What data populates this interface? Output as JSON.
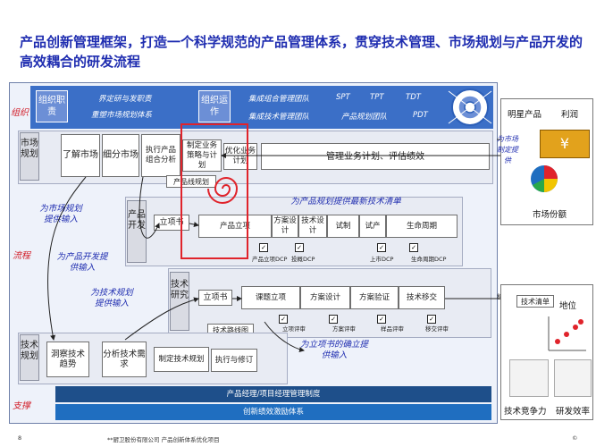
{
  "title": "产品创新管理框架，打造一个科学规范的产品管理体系，贯穿技术管理、市场规划与产品开发的高效耦合的研发流程",
  "side_labels": {
    "org": "组织",
    "flow": "流程",
    "support": "支撑"
  },
  "band": {
    "chip1": "组织职责",
    "chip2": "组织运作",
    "left1": "界定研与发职责",
    "left2": "重塑市场规划体系",
    "right1": "集成组合管理团队",
    "right2": "集成技术管理团队",
    "spt": "SPT",
    "tpt": "TPT",
    "tdt": "TDT",
    "product_team": "产品规划团队",
    "pdt": "PDT"
  },
  "market": {
    "lane_label": "市场规划",
    "steps": [
      "了解市场",
      "细分市场",
      "执行产品组合分析",
      "制定业务策略与计划",
      "优化业务计划"
    ],
    "long_step": "管理业务计划、评估绩效"
  },
  "product": {
    "lane_label": "产品开发",
    "charter": "立项书",
    "roadmap": "产品线规划",
    "steps": [
      "产品立项",
      "方案设计",
      "技术设计",
      "试制",
      "试产",
      "生命周期"
    ],
    "note": "为产品规划提供最新技术清单",
    "gate_labels": [
      "产品立项DCP",
      "投概DCP",
      "上市DCP",
      "生命周期DCP"
    ]
  },
  "tech_research": {
    "lane_label": "技术研究",
    "charter": "立项书",
    "roadmap": "技术路线图",
    "steps": [
      "课题立项",
      "方案设计",
      "方案验证",
      "技术移交"
    ],
    "gate_labels": [
      "立项评审",
      "方案评审",
      "样品评审",
      "移交评审"
    ],
    "move": "移交"
  },
  "tech_planning": {
    "lane_label": "技术规划",
    "steps": [
      "洞察技术趋势",
      "分析技术需求",
      "制定技术规划",
      "执行与修订"
    ]
  },
  "notes": {
    "market_input": "为市场规划提供输入",
    "dev_input": "为产品开发提供输入",
    "tech_input": "为技术规划提供输入",
    "charter_input": "为立项书的确立提供输入",
    "right_input": "为市场制定提供"
  },
  "support": {
    "bar1": "产品经理/项目经理管理制度",
    "bar2": "创新绩效激励体系"
  },
  "right_panel": {
    "star": "明星产品",
    "profit": "利润",
    "share": "市场份额",
    "tech_list": "技术清单",
    "position": "地位",
    "competitiveness": "技术竞争力",
    "efficiency": "研发效率"
  },
  "footer": {
    "page": "8",
    "company": "**厨卫股份有限公司  产品创新体系优化项目",
    "copyright": "©"
  },
  "colors": {
    "title": "#1f2db0",
    "accent_red": "#d21f2a",
    "band": "#3b6fc7",
    "bar_dark": "#1e4f8a",
    "bar_light": "#1f6ec0"
  }
}
